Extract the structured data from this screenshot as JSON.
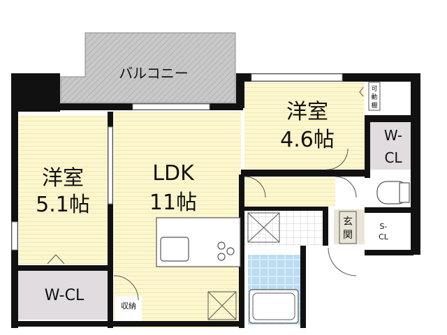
{
  "floorplan": {
    "balcony": {
      "label": "バルコニー"
    },
    "room_west": {
      "name": "洋室",
      "size": "5.1帖"
    },
    "ldk": {
      "name": "LDK",
      "size": "11帖"
    },
    "room_east": {
      "name": "洋室",
      "size": "4.6帖"
    },
    "wcl_west": {
      "label": "W-CL"
    },
    "wcl_east": {
      "label": "W-CL"
    },
    "storage": {
      "label": "収納"
    },
    "movable_shelf": {
      "label": "可動棚"
    },
    "entrance": {
      "label": "玄関"
    },
    "shoe_closet": {
      "label": "S-CL"
    }
  },
  "colors": {
    "wall": "#111111",
    "wood_floor": "#fdf7cf",
    "wood_stripe": "#f2e9b0",
    "balcony": "#c8c8c8",
    "closet": "#e0dcdf",
    "tile": "#d6ebf7",
    "entrance_floor": "#d9d6c3",
    "fixture_outline": "#555555"
  }
}
